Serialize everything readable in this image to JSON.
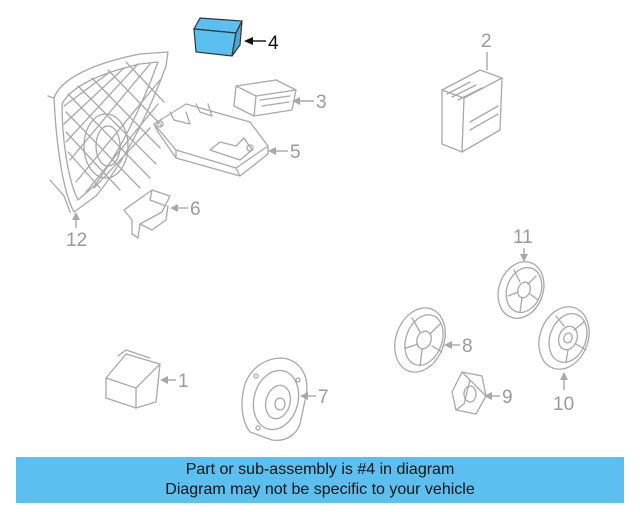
{
  "colors": {
    "highlight": "#5bc0f0",
    "banner": "#5bc0f0",
    "line": "#a8a8a8",
    "active_text": "#111111"
  },
  "callouts": [
    {
      "id": "1",
      "label": "1"
    },
    {
      "id": "2",
      "label": "2"
    },
    {
      "id": "3",
      "label": "3"
    },
    {
      "id": "4",
      "label": "4",
      "highlighted": true
    },
    {
      "id": "5",
      "label": "5"
    },
    {
      "id": "6",
      "label": "6"
    },
    {
      "id": "7",
      "label": "7"
    },
    {
      "id": "8",
      "label": "8"
    },
    {
      "id": "9",
      "label": "9"
    },
    {
      "id": "10",
      "label": "10"
    },
    {
      "id": "11",
      "label": "11"
    },
    {
      "id": "12",
      "label": "12"
    }
  ],
  "banner": {
    "line1": "Part or sub-assembly is #4 in diagram",
    "line2": "Diagram may not be specific to your vehicle"
  }
}
